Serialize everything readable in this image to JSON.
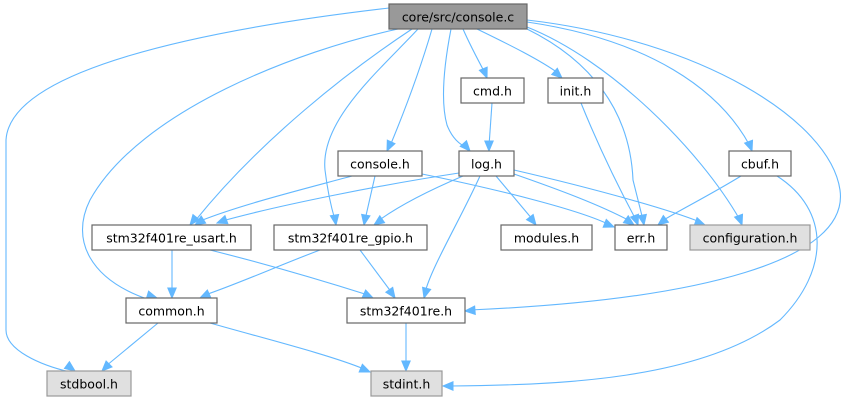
{
  "diagram": {
    "title": "core/src/console.c include dependency graph",
    "colors": {
      "edge": "#63b8ff",
      "root_fill": "#999999",
      "normal_fill": "#ffffff",
      "external_fill": "#e0e0e0",
      "border": "#666666"
    },
    "nodes": [
      {
        "id": "console_c",
        "label": "core/src/console.c",
        "kind": "root"
      },
      {
        "id": "cmd_h",
        "label": "cmd.h",
        "kind": "normal"
      },
      {
        "id": "init_h",
        "label": "init.h",
        "kind": "normal"
      },
      {
        "id": "console_h",
        "label": "console.h",
        "kind": "normal"
      },
      {
        "id": "log_h",
        "label": "log.h",
        "kind": "normal"
      },
      {
        "id": "cbuf_h",
        "label": "cbuf.h",
        "kind": "normal"
      },
      {
        "id": "usart_h",
        "label": "stm32f401re_usart.h",
        "kind": "normal"
      },
      {
        "id": "gpio_h",
        "label": "stm32f401re_gpio.h",
        "kind": "normal"
      },
      {
        "id": "modules_h",
        "label": "modules.h",
        "kind": "normal"
      },
      {
        "id": "err_h",
        "label": "err.h",
        "kind": "normal"
      },
      {
        "id": "configuration_h",
        "label": "configuration.h",
        "kind": "external"
      },
      {
        "id": "common_h",
        "label": "common.h",
        "kind": "normal"
      },
      {
        "id": "stm32_h",
        "label": "stm32f401re.h",
        "kind": "normal"
      },
      {
        "id": "stdbool_h",
        "label": "stdbool.h",
        "kind": "external"
      },
      {
        "id": "stdint_h",
        "label": "stdint.h",
        "kind": "external"
      }
    ],
    "edges": [
      {
        "from": "console_c",
        "to": "stdbool_h"
      },
      {
        "from": "console_c",
        "to": "common_h"
      },
      {
        "from": "console_c",
        "to": "usart_h"
      },
      {
        "from": "console_c",
        "to": "gpio_h"
      },
      {
        "from": "console_c",
        "to": "console_h"
      },
      {
        "from": "console_c",
        "to": "log_h"
      },
      {
        "from": "console_c",
        "to": "cmd_h"
      },
      {
        "from": "console_c",
        "to": "init_h"
      },
      {
        "from": "console_c",
        "to": "err_h"
      },
      {
        "from": "console_c",
        "to": "configuration_h"
      },
      {
        "from": "console_c",
        "to": "cbuf_h"
      },
      {
        "from": "console_c",
        "to": "stm32_h"
      },
      {
        "from": "cmd_h",
        "to": "log_h"
      },
      {
        "from": "init_h",
        "to": "err_h"
      },
      {
        "from": "console_h",
        "to": "usart_h"
      },
      {
        "from": "console_h",
        "to": "gpio_h"
      },
      {
        "from": "console_h",
        "to": "err_h"
      },
      {
        "from": "log_h",
        "to": "usart_h"
      },
      {
        "from": "log_h",
        "to": "gpio_h"
      },
      {
        "from": "log_h",
        "to": "modules_h"
      },
      {
        "from": "log_h",
        "to": "err_h"
      },
      {
        "from": "log_h",
        "to": "configuration_h"
      },
      {
        "from": "log_h",
        "to": "stm32_h"
      },
      {
        "from": "cbuf_h",
        "to": "err_h"
      },
      {
        "from": "cbuf_h",
        "to": "stdint_h"
      },
      {
        "from": "usart_h",
        "to": "common_h"
      },
      {
        "from": "usart_h",
        "to": "stm32_h"
      },
      {
        "from": "gpio_h",
        "to": "common_h"
      },
      {
        "from": "gpio_h",
        "to": "stm32_h"
      },
      {
        "from": "common_h",
        "to": "stdbool_h"
      },
      {
        "from": "common_h",
        "to": "stdint_h"
      },
      {
        "from": "stm32_h",
        "to": "stdint_h"
      }
    ]
  }
}
